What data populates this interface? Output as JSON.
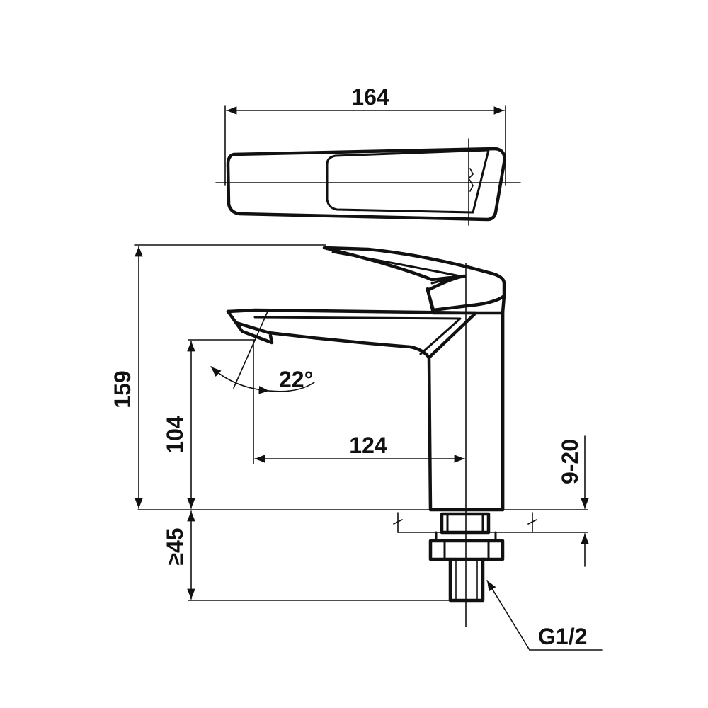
{
  "dimensions": {
    "top_width": "164",
    "total_height": "159",
    "spout_height": "104",
    "spout_reach": "124",
    "spout_angle": "22°",
    "deck_thickness": "9-20",
    "shank_length": "≥45",
    "thread": "G1/2"
  },
  "colors": {
    "line": "#111111",
    "background": "#ffffff"
  }
}
